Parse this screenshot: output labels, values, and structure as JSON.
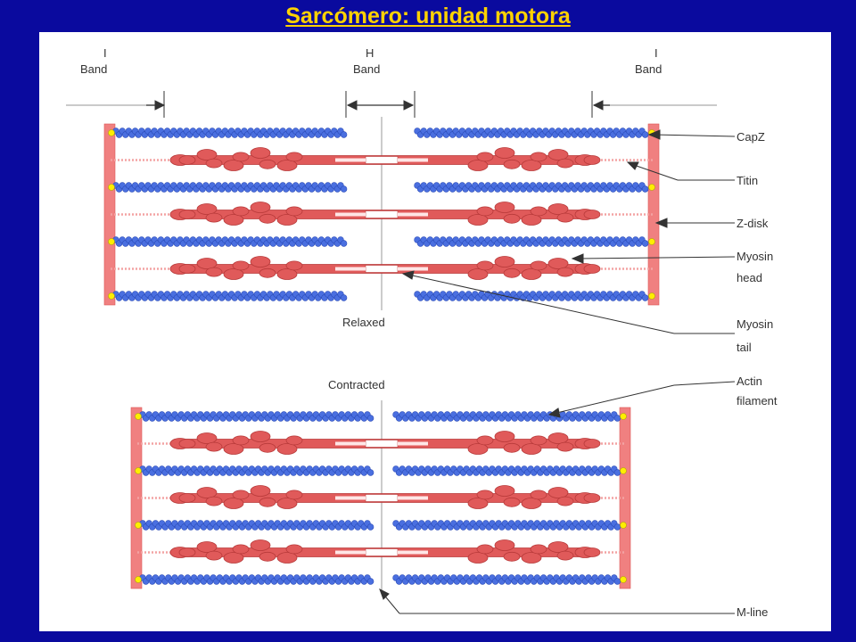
{
  "slide": {
    "title": "Sarcómero: unidad motora"
  },
  "labels": {
    "i_band_left": [
      "I",
      "Band"
    ],
    "h_band": [
      "H",
      "Band"
    ],
    "i_band_right": [
      "I",
      "Band"
    ],
    "relaxed": "Relaxed",
    "contracted": "Contracted",
    "capz": "CapZ",
    "titin": "Titin",
    "zdisk": "Z-disk",
    "myosin_head": [
      "Myosin",
      "head"
    ],
    "myosin_tail": [
      "Myosin",
      "tail"
    ],
    "actin_filament": [
      "Actin",
      "filament"
    ],
    "mline": "M-line"
  },
  "colors": {
    "background": "#0a0a9e",
    "title": "#ffd200",
    "zdisc": "#f08080",
    "actin": "#4a6fe0",
    "myosin": "#e05a5a",
    "capz": "#ffee00"
  }
}
